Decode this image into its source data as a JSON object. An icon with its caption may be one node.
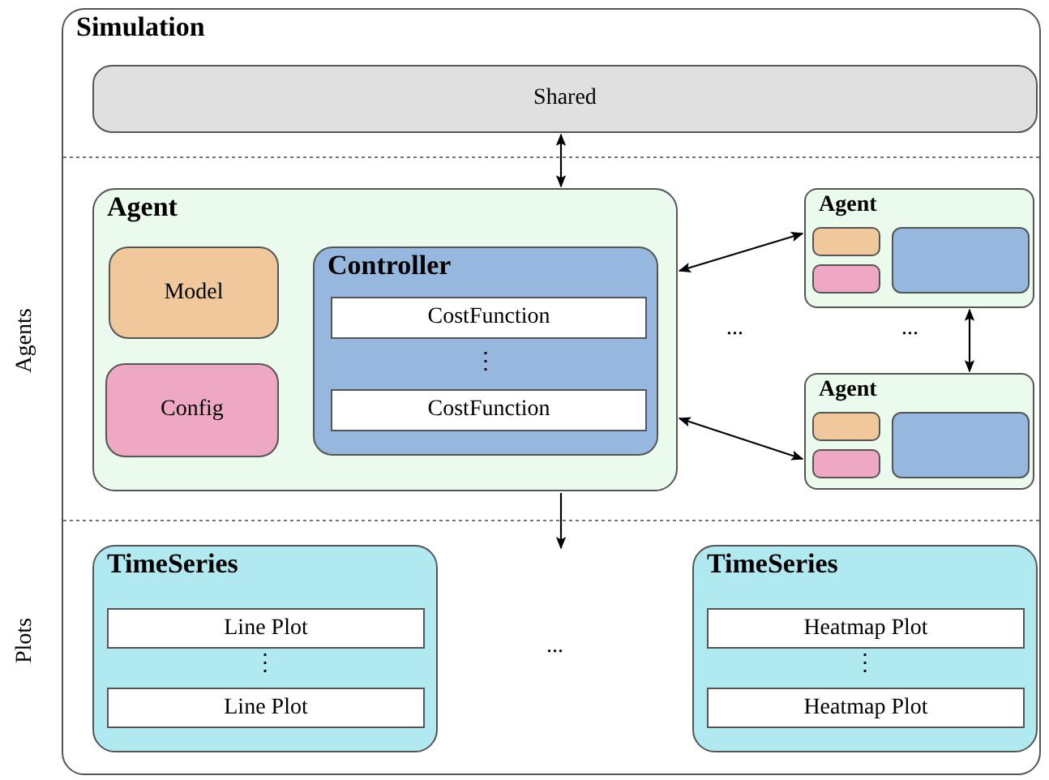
{
  "diagram": {
    "nodes": [
      {
        "text": [
          "Simulation"
        ]
      },
      {
        "text": [
          "Shared"
        ],
        "in": 0
      },
      {
        "text": [
          "Agent"
        ],
        "in": 0
      },
      {
        "text": [
          "Model"
        ],
        "in": 2
      },
      {
        "text": [
          "Config"
        ],
        "in": 2
      },
      {
        "text": [
          "Controller",
          "⋮"
        ],
        "in": 2
      },
      {
        "text": [
          "CostFunction"
        ],
        "in": 5
      },
      {
        "text": [
          "CostFunction"
        ],
        "in": 5
      },
      {
        "text": [
          "Agent"
        ],
        "in": 0
      },
      {
        "text": [],
        "shape": "box",
        "in": 8
      },
      {
        "text": [],
        "shape": "box",
        "in": 8
      },
      {
        "text": [],
        "shape": "box",
        "in": 8
      },
      {
        "text": [
          "Agent"
        ],
        "in": 0
      },
      {
        "text": [],
        "shape": "box",
        "in": 12
      },
      {
        "text": [],
        "shape": "box",
        "in": 12
      },
      {
        "text": [],
        "shape": "box",
        "in": 12
      },
      {
        "text": [
          "TimeSeries",
          "⋮"
        ],
        "in": 0
      },
      {
        "text": [
          "Line Plot"
        ],
        "in": 16
      },
      {
        "text": [
          "Line Plot"
        ],
        "in": 16
      },
      {
        "text": [
          "TimeSeries",
          "⋮"
        ],
        "in": 0
      },
      {
        "text": [
          "Heatmap Plot"
        ],
        "in": 19
      },
      {
        "text": [
          "Heatmap Plot"
        ],
        "in": 19
      }
    ],
    "edges": [
      {
        "from": 1,
        "to": 2,
        "arrow": "both"
      },
      {
        "from": 2,
        "to": 8,
        "arrow": "both"
      },
      {
        "from": 2,
        "to": 12,
        "arrow": "both"
      },
      {
        "from": 8,
        "to": 12,
        "arrow": "both"
      },
      {
        "from": 2,
        "to": null,
        "arrow": "to"
      }
    ],
    "labels": [
      "Agents",
      "...",
      "...",
      "Plots",
      "..."
    ]
  }
}
